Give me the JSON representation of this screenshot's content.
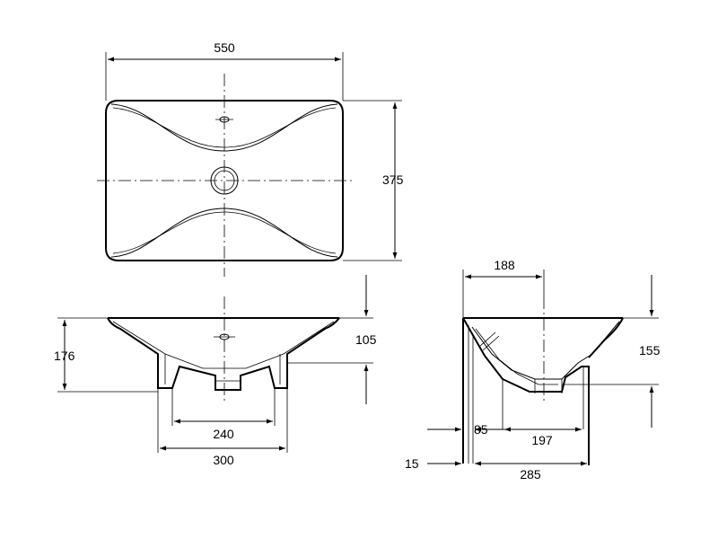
{
  "drawing": {
    "top_view": {
      "width_label": "550",
      "depth_label": "375"
    },
    "front_view": {
      "height_label": "176",
      "bowl_depth_label": "105",
      "base_inner_label": "240",
      "base_outer_label": "300"
    },
    "side_view": {
      "top_offset_label": "188",
      "bowl_depth_label": "155",
      "base_inner_label": "197",
      "wall_offset_label": "85",
      "rim_label": "15",
      "depth_label": "285"
    }
  }
}
